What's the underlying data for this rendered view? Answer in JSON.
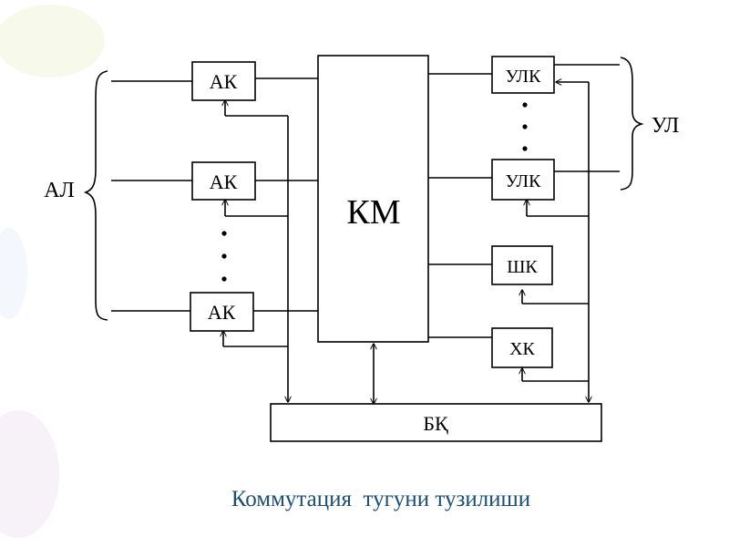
{
  "diagram": {
    "left_group_label": "АЛ",
    "right_group_label": "УЛ",
    "switch_matrix": "КМ",
    "control_block": "БҚ",
    "line_circuits": [
      "АК",
      "АК",
      "АК"
    ],
    "subscriber_circuits": [
      "УЛК",
      "УЛК"
    ],
    "extra_units": [
      "ШК",
      "ХК"
    ]
  },
  "caption": "Коммутация  тугуни тузилиши",
  "colors": {
    "lines": "#000000",
    "caption": "#1c4e72",
    "background": "#ffffff"
  }
}
